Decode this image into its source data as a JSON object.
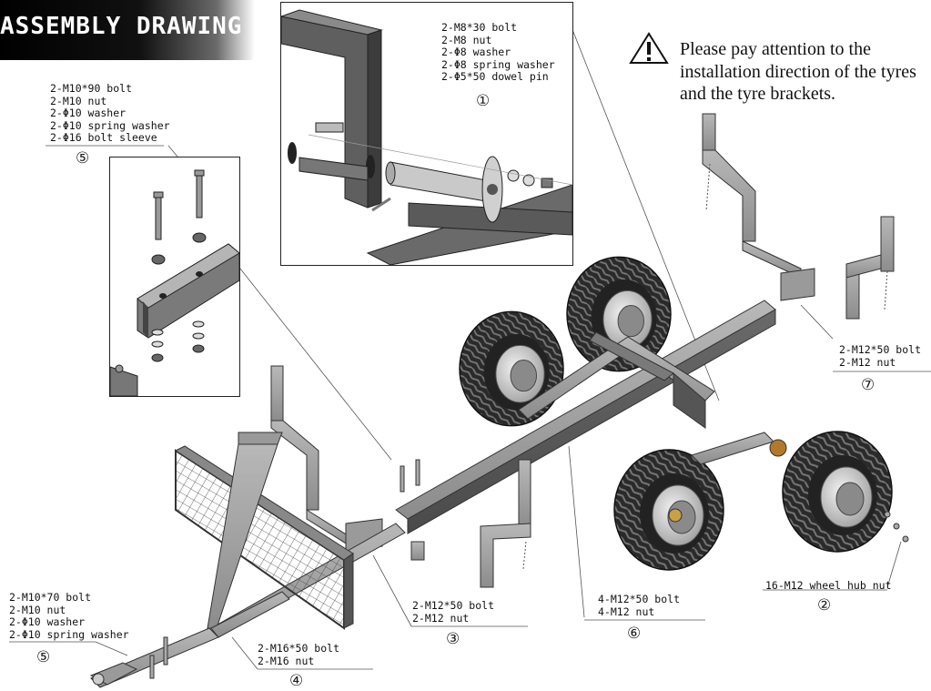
{
  "title": "ASSEMBLY DRAWING",
  "warning": {
    "icon": "warning-triangle-icon",
    "line1": "Please pay attention to the",
    "line2": "installation direction of the tyres",
    "line3": "and the tyre brackets."
  },
  "callouts": {
    "c1": {
      "number": "①",
      "lines": [
        "2-M8*30 bolt",
        "2-M8 nut",
        "2-Φ8 washer",
        "2-Φ8 spring washer",
        "2-Φ5*50 dowel pin"
      ]
    },
    "c5a": {
      "number": "⑤",
      "lines": [
        "2-M10*90 bolt",
        "2-M10 nut",
        "2-Φ10 washer",
        "2-Φ10 spring washer",
        "2-Φ16 bolt sleeve"
      ]
    },
    "c7": {
      "number": "⑦",
      "lines": [
        "2-M12*50 bolt",
        "2-M12 nut"
      ]
    },
    "c2": {
      "number": "②",
      "lines": [
        "16-M12 wheel hub nut"
      ]
    },
    "c6": {
      "number": "⑥",
      "lines": [
        "4-M12*50 bolt",
        "4-M12 nut"
      ]
    },
    "c3": {
      "number": "③",
      "lines": [
        "2-M12*50 bolt",
        "2-M12 nut"
      ]
    },
    "c4": {
      "number": "④",
      "lines": [
        "2-M16*50 bolt",
        "2-M16 nut"
      ]
    },
    "c5b": {
      "number": "⑤",
      "lines": [
        "2-M10*70 bolt",
        "2-M10 nut",
        "2-Φ10 washer",
        "2-Φ10 spring washer"
      ]
    }
  },
  "colors": {
    "steel": "#6e6e6e",
    "steel_light": "#9a9a9a",
    "steel_dark": "#3c3c3c",
    "tyre": "#2b2b2b",
    "rim": "#d9d9d9"
  }
}
